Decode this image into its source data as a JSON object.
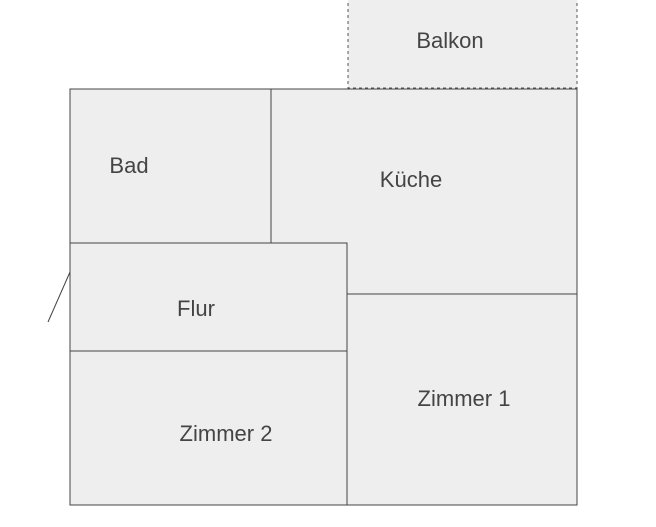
{
  "rooms": {
    "balkon": "Balkon",
    "bad": "Bad",
    "kueche": "Küche",
    "flur": "Flur",
    "zimmer1": "Zimmer 1",
    "zimmer2": "Zimmer 2"
  }
}
